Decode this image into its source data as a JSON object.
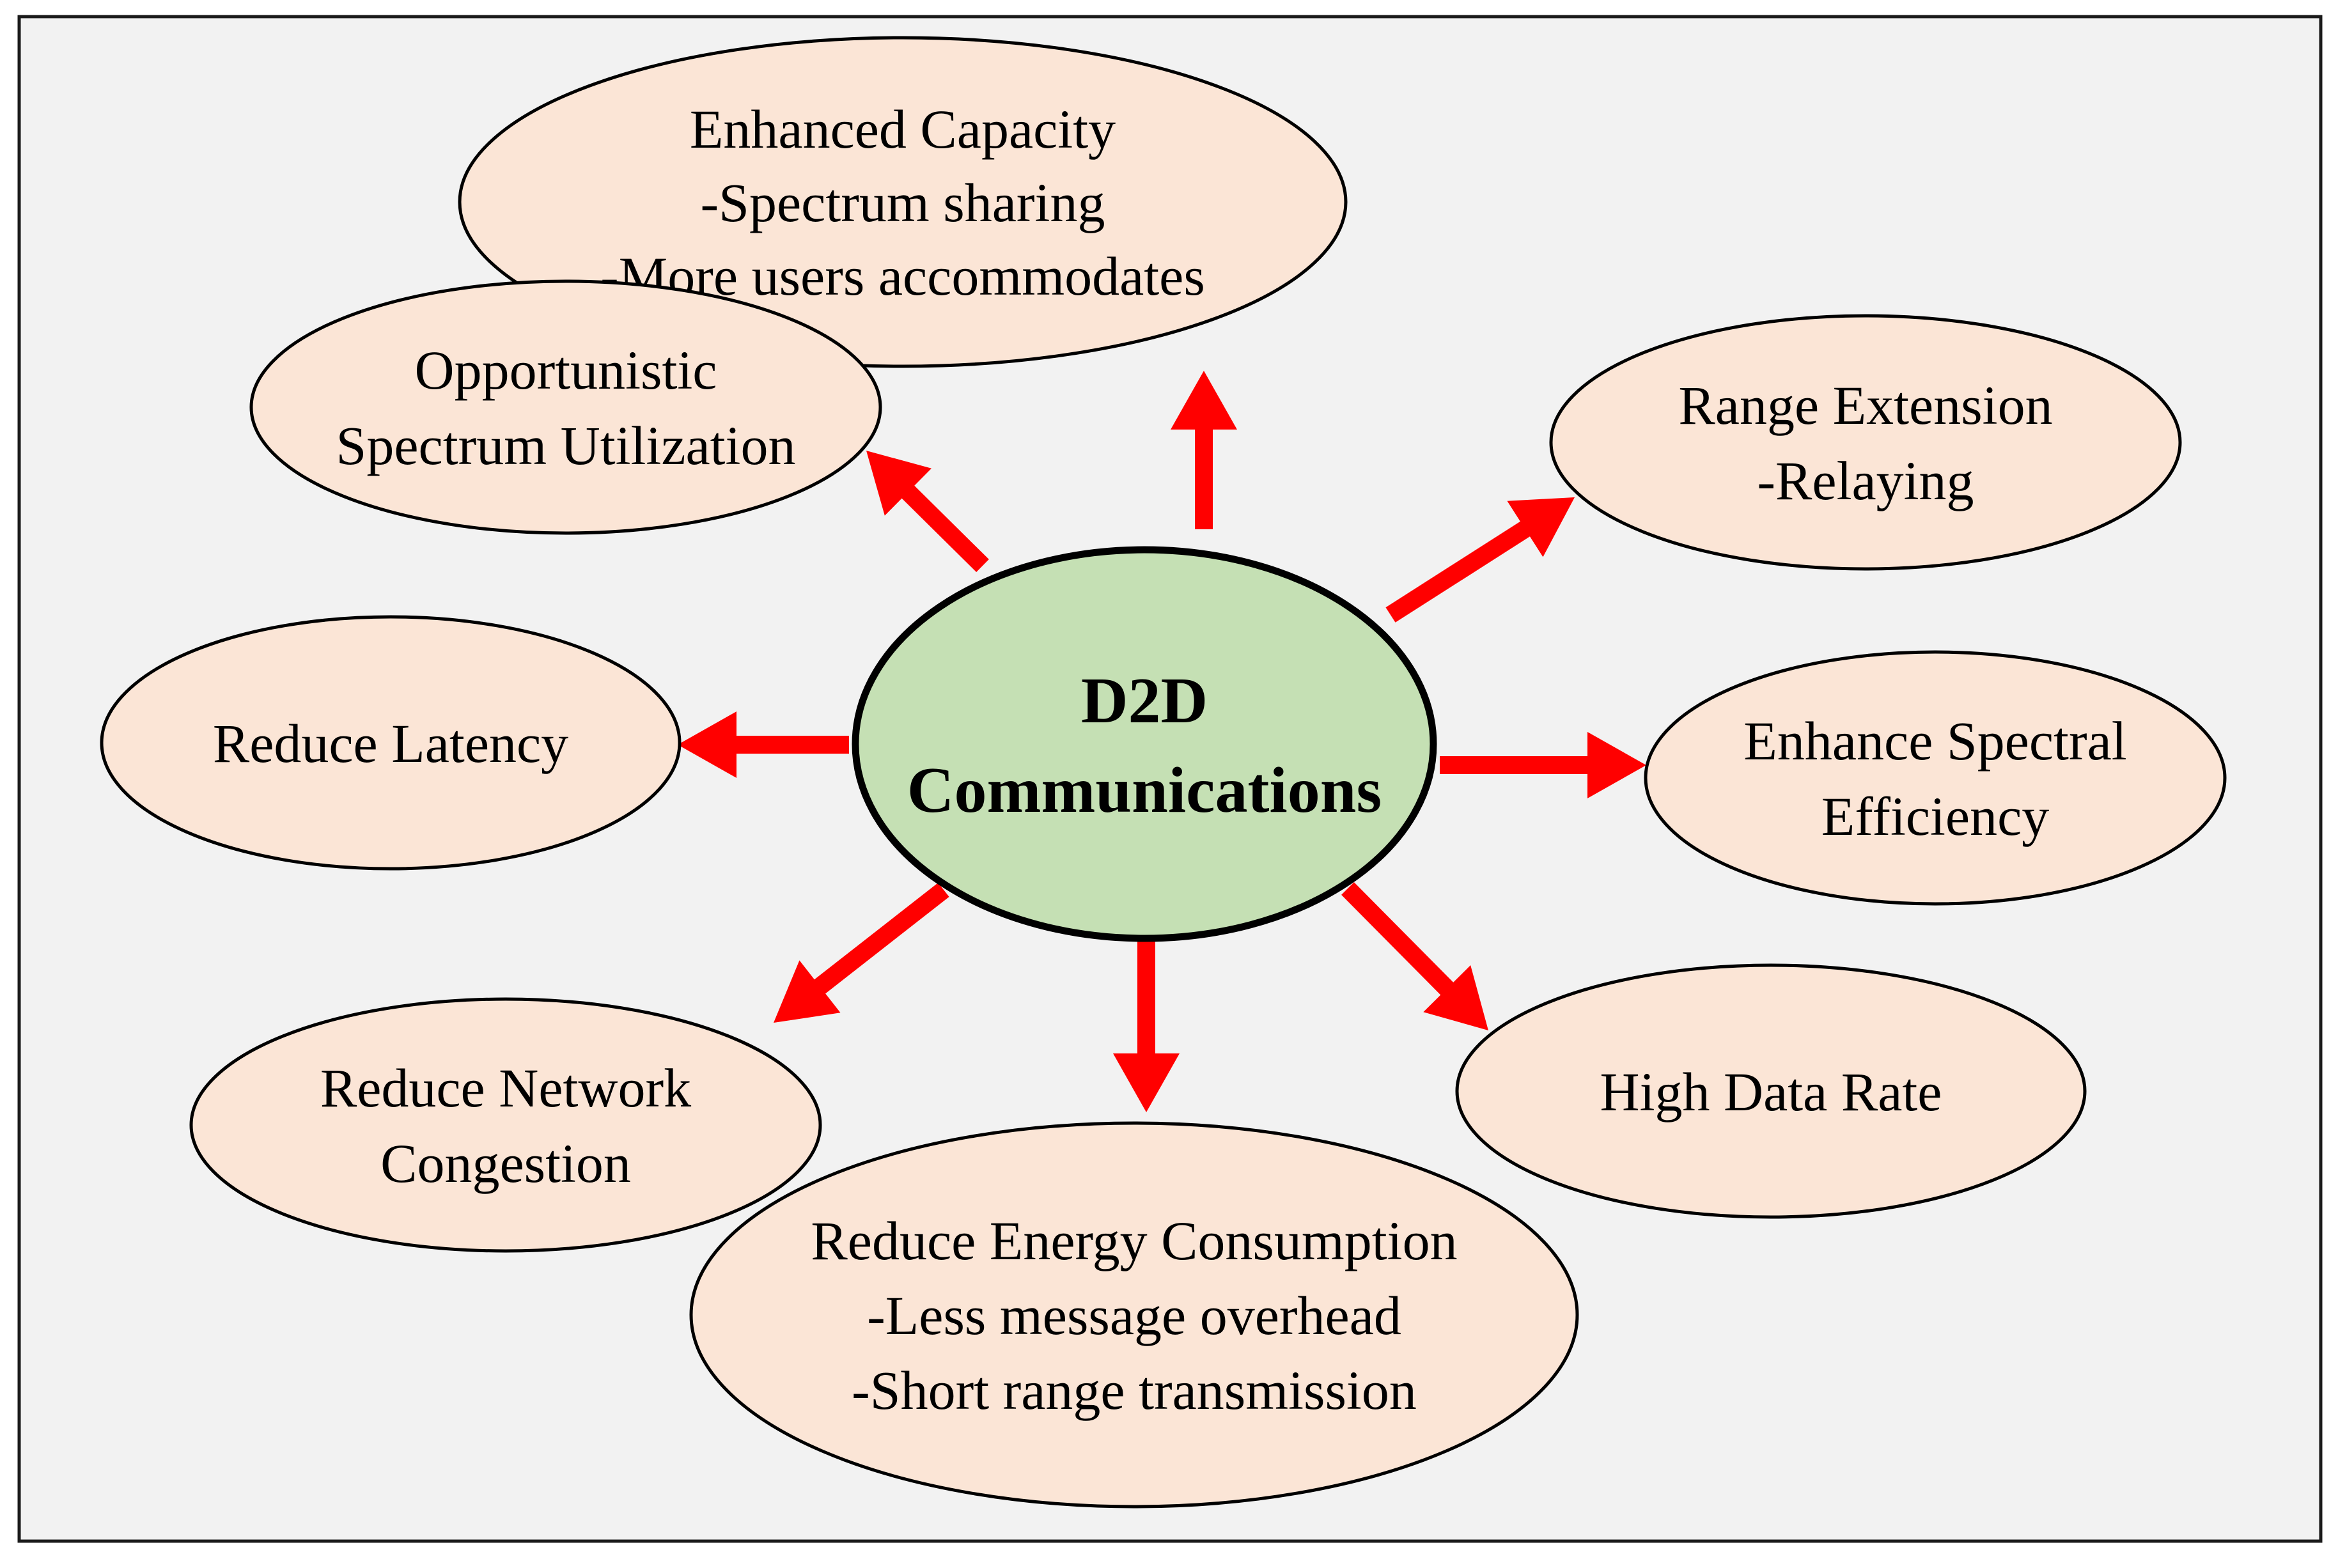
{
  "hub": {
    "lines": [
      "D2D",
      "Communications"
    ],
    "fill_color": "#c5e0b4"
  },
  "benefits": [
    {
      "id": "enhanced-capacity",
      "lines": [
        "Enhanced Capacity",
        "-Spectrum sharing",
        "-More users accommodates"
      ]
    },
    {
      "id": "range-extension",
      "lines": [
        "Range Extension",
        "-Relaying"
      ]
    },
    {
      "id": "enhance-spectral-efficiency",
      "lines": [
        "Enhance Spectral",
        "Efficiency"
      ]
    },
    {
      "id": "high-data-rate",
      "lines": [
        "High Data Rate"
      ]
    },
    {
      "id": "reduce-energy-consumption",
      "lines": [
        "Reduce Energy Consumption",
        "-Less message overhead",
        "-Short range transmission"
      ]
    },
    {
      "id": "reduce-network-congestion",
      "lines": [
        "Reduce Network",
        "Congestion"
      ]
    },
    {
      "id": "reduce-latency",
      "lines": [
        "Reduce Latency"
      ]
    },
    {
      "id": "opportunistic-spectrum-utilization",
      "lines": [
        "Opportunistic",
        "Spectrum Utilization"
      ]
    }
  ],
  "colors": {
    "bubble_fill": "#fbe5d6",
    "arrow": "#ff0000",
    "background": "#f2f2f2"
  }
}
